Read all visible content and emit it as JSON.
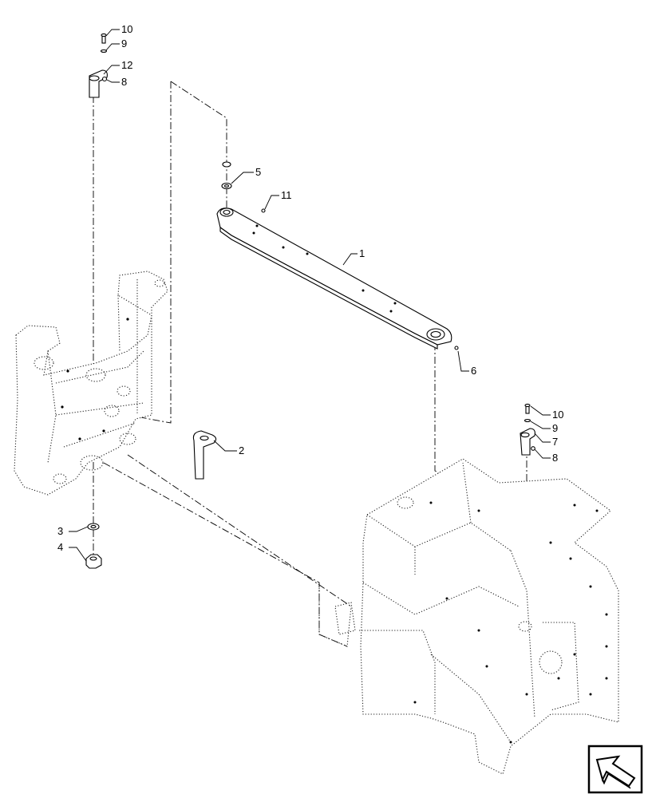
{
  "callouts": [
    {
      "id": "10a",
      "label": "10"
    },
    {
      "id": "9a",
      "label": "9"
    },
    {
      "id": "12",
      "label": "12"
    },
    {
      "id": "8a",
      "label": "8"
    },
    {
      "id": "5",
      "label": "5"
    },
    {
      "id": "11",
      "label": "11"
    },
    {
      "id": "1",
      "label": "1"
    },
    {
      "id": "6",
      "label": "6"
    },
    {
      "id": "2",
      "label": "2"
    },
    {
      "id": "10b",
      "label": "10"
    },
    {
      "id": "9b",
      "label": "9"
    },
    {
      "id": "7",
      "label": "7"
    },
    {
      "id": "8b",
      "label": "8"
    },
    {
      "id": "3",
      "label": "3"
    },
    {
      "id": "4",
      "label": "4"
    }
  ],
  "nav_icon": "return-arrow-icon"
}
